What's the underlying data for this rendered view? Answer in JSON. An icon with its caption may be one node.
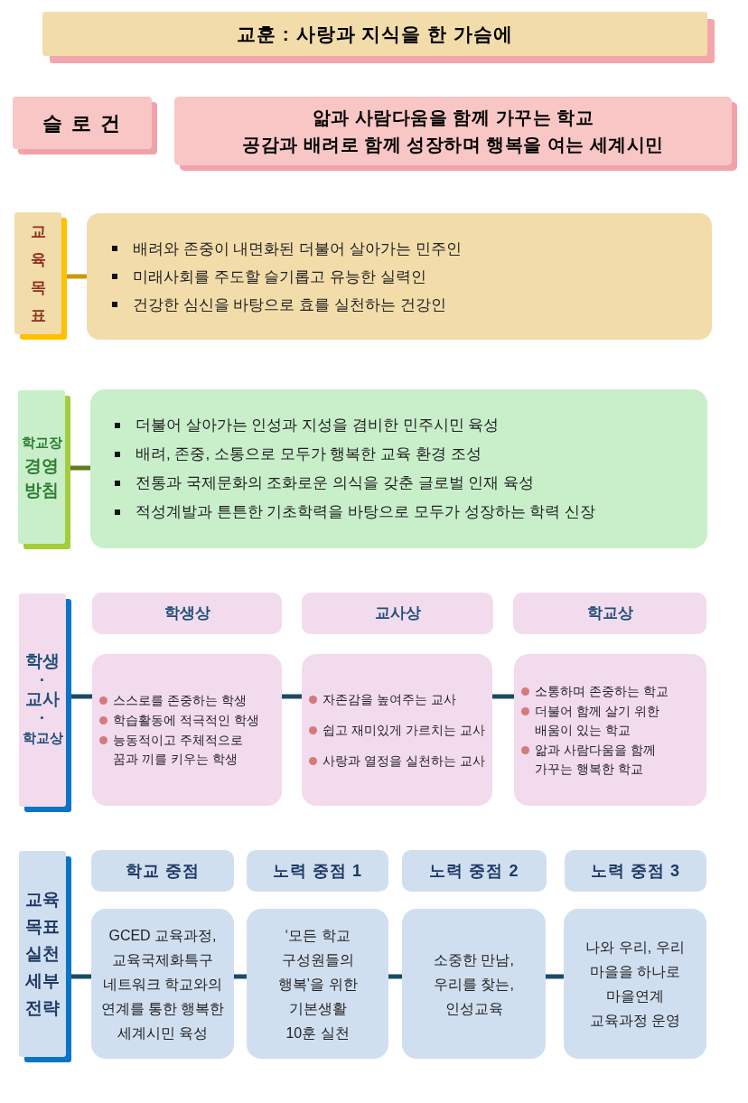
{
  "diagram": {
    "nodes": [
      {
        "text": [
          "교훈 : 사랑과 지식을 한 가슴에"
        ]
      },
      {
        "text": [
          "슬 로 건"
        ]
      },
      {
        "text": [
          "앎과 사람다움을 함께 가꾸는 학교",
          "공감과 배려로 함께 성장하며 행복을 여는 세계시민"
        ]
      },
      {
        "text": [
          "교육목표"
        ]
      },
      {
        "text": [
          "배려와 존중이 내면화된 더불어 살아가는 민주인",
          "미래사회를 주도할 슬기롭고 유능한 실력인",
          "건강한 심신을 바탕으로 효를 실천하는 건강인"
        ]
      },
      {
        "text": [
          "학교장",
          "경영 방침"
        ]
      },
      {
        "text": [
          "더불어 살아가는 인성과 지성을 겸비한 민주시민 육성",
          "배려, 존중, 소통으로 모두가 행복한 교육 환경 조성",
          "전통과 국제문화의 조화로운 의식을 갖춘 글로벌 인재 육성",
          "적성계발과 튼튼한 기초학력을 바탕으로 모두가 성장하는 학력 신장"
        ]
      },
      {
        "text": [
          "학생 · 교사 ·",
          "학교상"
        ]
      },
      {
        "text": [
          "학생상"
        ]
      },
      {
        "text": [
          "교사상"
        ]
      },
      {
        "text": [
          "학교상"
        ]
      },
      {
        "text": [
          "스스로를 존중하는 학생",
          "학습활동에 적극적인 학생",
          "능동적이고 주체적으로 꿈과 끼를 키우는 학생"
        ]
      },
      {
        "text": [
          "자존감을 높여주는 교사",
          "쉽고 재미있게 가르치는 교사",
          "사랑과 열정을 실천하는 교사"
        ]
      },
      {
        "text": [
          "소통하며 존중하는 학교",
          "더불어 함께 살기 위한 배움이 있는 학교",
          "앎과 사람다움을 함께 가꾸는 행복한 학교"
        ]
      },
      {
        "text": [
          "교육 목표 실천 세부 전략"
        ]
      },
      {
        "text": [
          "학교 중점"
        ]
      },
      {
        "text": [
          "노력 중점 1"
        ]
      },
      {
        "text": [
          "노력 중점 2"
        ]
      },
      {
        "text": [
          "노력 중점 3"
        ]
      },
      {
        "text": [
          "GCED 교육과정, 교육국제화특구 네트워크 학교와의 연계를 통한 행복한 세계시민 육성"
        ]
      },
      {
        "text": [
          "‘모든 학교 구성원들의 행복’을 위한 기본생활 10훈 실천"
        ]
      },
      {
        "text": [
          "소중한 만남, 우리를 찾는, 인성교육"
        ]
      },
      {
        "text": [
          "나와 우리, 우리 마을을 하나로 마을연계 교육과정 운영"
        ]
      }
    ],
    "edges": [
      {
        "from": 3,
        "to": 4,
        "arrow": "none",
        "color": "#c99a06"
      },
      {
        "from": 5,
        "to": 6,
        "arrow": "none",
        "color": "#5e7b1e"
      },
      {
        "from": 7,
        "to": 11,
        "arrow": "none"
      },
      {
        "from": 11,
        "to": 12,
        "arrow": "none"
      },
      {
        "from": 12,
        "to": 13,
        "arrow": "none"
      },
      {
        "from": 14,
        "to": 19,
        "arrow": "none"
      },
      {
        "from": 19,
        "to": 20,
        "arrow": "none"
      },
      {
        "from": 20,
        "to": 21,
        "arrow": "none"
      },
      {
        "from": 21,
        "to": 22,
        "arrow": "none"
      }
    ]
  }
}
